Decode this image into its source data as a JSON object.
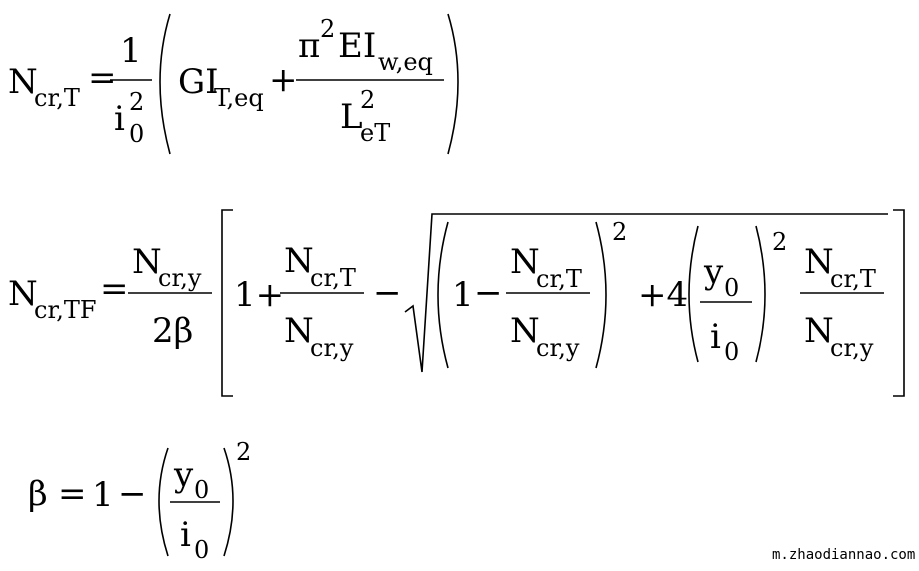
{
  "eq1": {
    "lhs_main": "N",
    "lhs_sub": "cr,T",
    "equals": "=",
    "frac_num": "1",
    "frac_den_main": "i",
    "frac_den_sup": "2",
    "frac_den_sub": "0",
    "term1_main": "GI",
    "term1_sub": "T,eq",
    "plus": "+",
    "num_pi": "π",
    "num_pi_sup": "2",
    "num_EI": "EI",
    "num_EI_sub": "w,eq",
    "den_L": "L",
    "den_L_sup": "2",
    "den_L_sub": "eT"
  },
  "eq2": {
    "lhs_main": "N",
    "lhs_sub": "cr,TF",
    "equals": "=",
    "frac_num_main": "N",
    "frac_num_sub": "cr,y",
    "frac_den": "2β",
    "one_plus": "1+",
    "f1_num_main": "N",
    "f1_num_sub": "cr,T",
    "f1_den_main": "N",
    "f1_den_sub": "cr,y",
    "minus": "−",
    "inner_one": "1",
    "inner_minus": "−",
    "f2_num_main": "N",
    "f2_num_sub": "cr,T",
    "f2_den_main": "N",
    "f2_den_sub": "cr,y",
    "sq1": "2",
    "plus_four": "+4",
    "f3_num_main": "y",
    "f3_num_sub": "0",
    "f3_den_main": "i",
    "f3_den_sub": "0",
    "sq2": "2",
    "f4_num_main": "N",
    "f4_num_sub": "cr,T",
    "f4_den_main": "N",
    "f4_den_sub": "cr,y"
  },
  "eq3": {
    "beta": "β",
    "equals": "=",
    "one": "1",
    "minus": "−",
    "f_num_main": "y",
    "f_num_sub": "0",
    "f_den_main": "i",
    "f_den_sub": "0",
    "sq": "2"
  },
  "watermark": "m.zhaodiannao.com"
}
